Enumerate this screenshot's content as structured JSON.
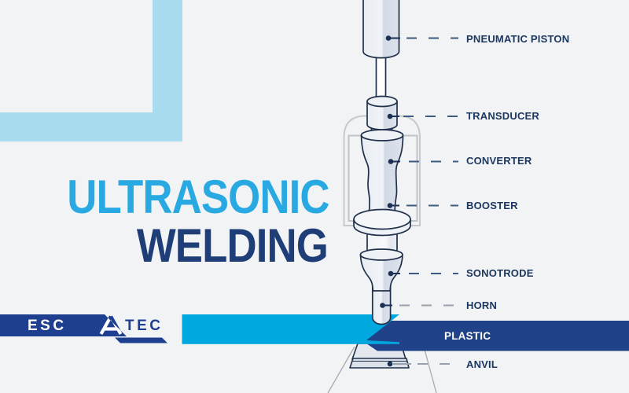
{
  "title": {
    "line1": "ULTRASONIC",
    "line2": "WELDING",
    "line1_color": "#29a9e1",
    "line2_color": "#1f3e78"
  },
  "logo": {
    "text_left": "ESC",
    "text_right": "TEC",
    "banner_color": "#1e3f8f"
  },
  "diagram": {
    "labels": [
      {
        "id": "pneumatic-piston",
        "text": "PNEUMATIC PISTON"
      },
      {
        "id": "transducer",
        "text": "TRANSDUCER"
      },
      {
        "id": "converter",
        "text": "CONVERTER"
      },
      {
        "id": "booster",
        "text": "BOOSTER"
      },
      {
        "id": "sonotrode",
        "text": "SONOTRODE"
      },
      {
        "id": "horn",
        "text": "HORN"
      },
      {
        "id": "plastic",
        "text": "PLASTIC"
      },
      {
        "id": "anvil",
        "text": "ANVIL"
      }
    ],
    "colors": {
      "top_sheet_cyan": "#00a8e0",
      "bottom_sheet_navy": "#1f4288",
      "label_text": "#1c3860",
      "frame_light_blue": "#a8dcee",
      "machine_outline": "#20304a",
      "metal_light": "#eef1f6",
      "metal_shade": "#d5dbe7",
      "housing_gray": "#c5c8cc",
      "background": "#f2f3f4"
    }
  }
}
